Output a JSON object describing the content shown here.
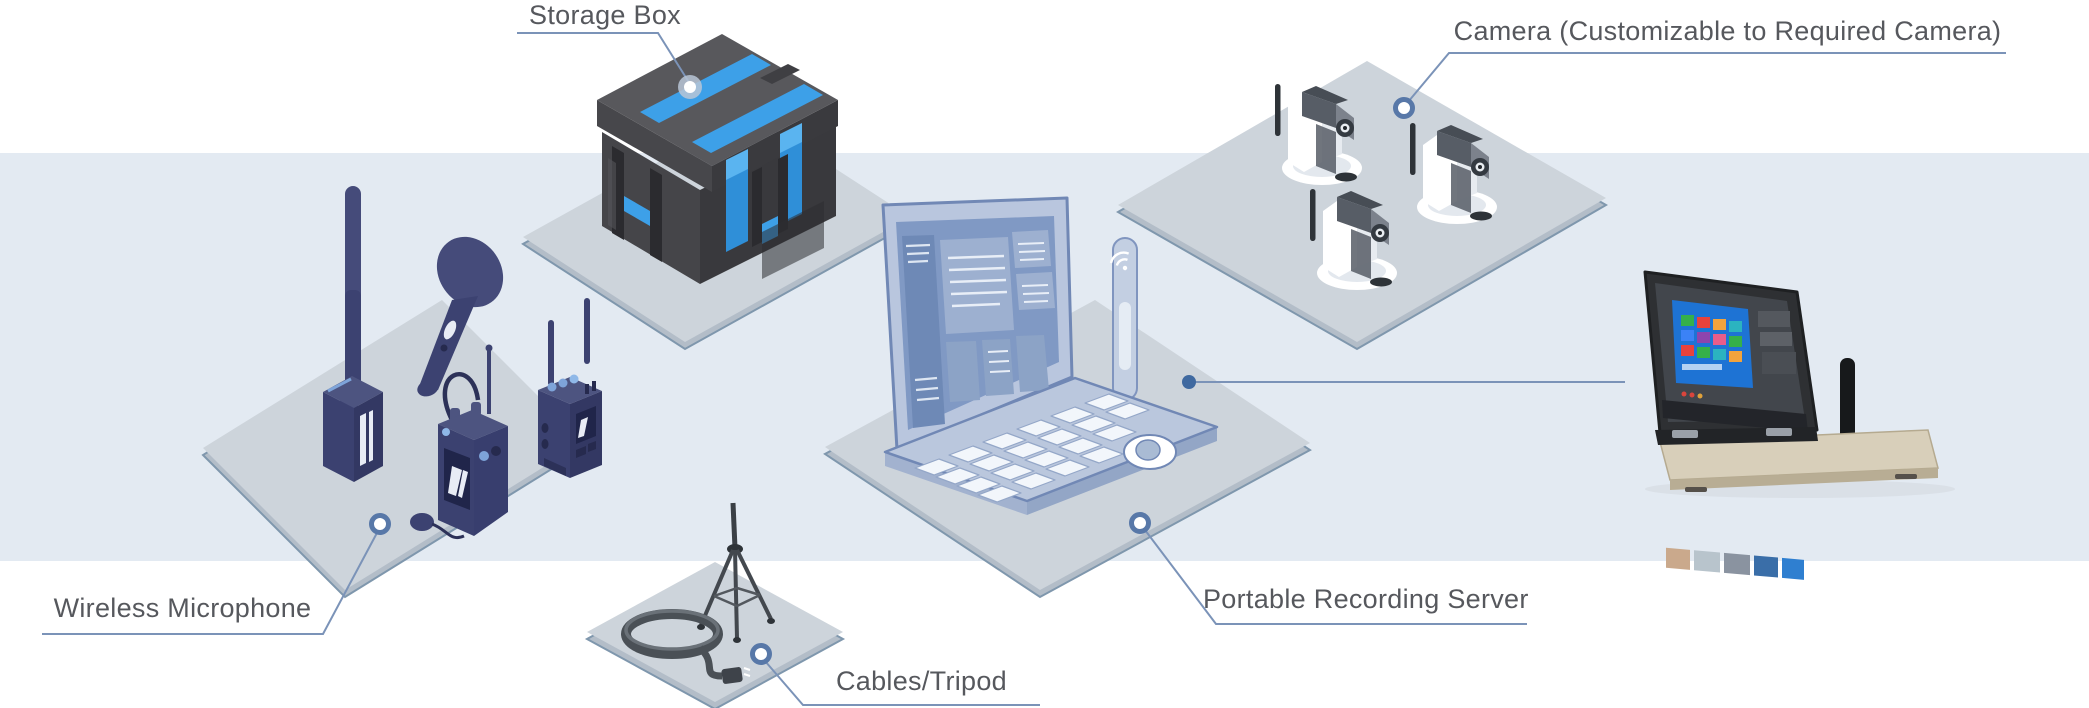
{
  "diagram": {
    "title_context": "portable recording system component diagram",
    "labels": {
      "storage_box": "Storage Box",
      "camera": "Camera (Customizable to Required Camera)",
      "wireless_microphone": "Wireless Microphone",
      "cables_tripod": "Cables/Tripod",
      "portable_recording_server": "Portable Recording Server"
    },
    "colors": {
      "background": "#ffffff",
      "band": "#e3eaf2",
      "platform": "#cdd4db",
      "platform_side": "#b3bdc8",
      "platform_edge": "#7f97ad",
      "leader_line": "#7b93b8",
      "marker_stroke": "#5878a8",
      "label_text": "#56585d",
      "accent_blue": "#3da0e8",
      "device_navy": "#3c4271",
      "box_charcoal": "#47474b",
      "laptop_blue": "#b9c6de"
    },
    "icons": [
      "wifi-icon",
      "camera-antenna-icon",
      "microphone-icon",
      "tripod-icon",
      "cable-coil-icon"
    ]
  }
}
